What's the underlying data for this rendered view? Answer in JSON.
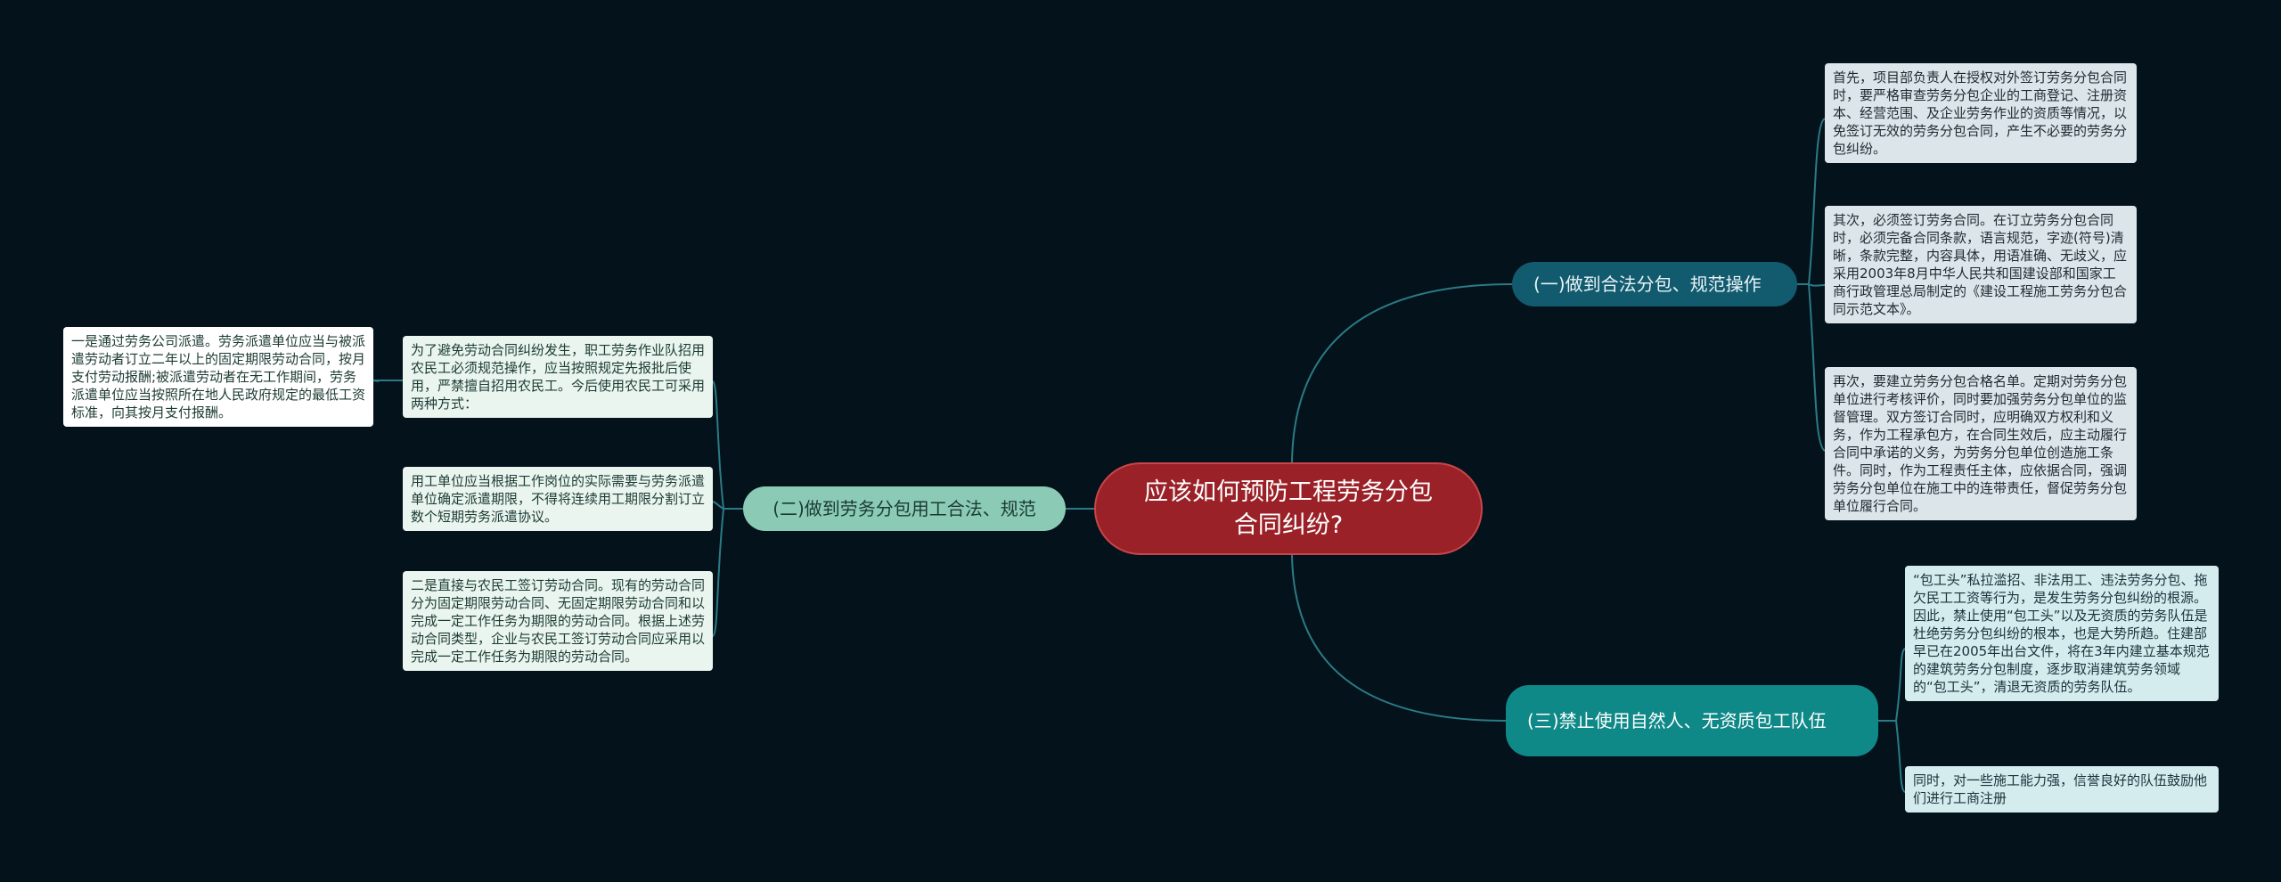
{
  "root": {
    "label": "应该如何预防工程劳务分包合同纠纷?"
  },
  "branches": [
    {
      "label": "(一)做到合法分包、规范操作",
      "leaves": [
        "首先，项目部负责人在授权对外签订劳务分包合同时，要严格审查劳务分包企业的工商登记、注册资本、经营范围、及企业劳务作业的资质等情况，以免签订无效的劳务分包合同，产生不必要的劳务分包纠纷。",
        "其次，必须签订劳务合同。在订立劳务分包合同时，必须完备合同条款，语言规范，字迹(符号)清晰，条款完整，内容具体，用语准确、无歧义，应采用2003年8月中华人民共和国建设部和国家工商行政管理总局制定的《建设工程施工劳务分包合同示范文本》。",
        "再次，要建立劳务分包合格名单。定期对劳务分包单位进行考核评价，同时要加强劳务分包单位的监督管理。双方签订合同时，应明确双方权利和义务，作为工程承包方，在合同生效后，应主动履行合同中承诺的义务，为劳务分包单位创造施工条件。同时，作为工程责任主体，应依据合同，强调劳务分包单位在施工中的连带责任，督促劳务分包单位履行合同。"
      ]
    },
    {
      "label": "(二)做到劳务分包用工合法、规范",
      "leaves": [
        "为了避免劳动合同纠纷发生，职工劳务作业队招用农民工必须规范操作，应当按照规定先报批后使用，严禁擅自招用农民工。今后使用农民工可采用两种方式：",
        "用工单位应当根据工作岗位的实际需要与劳务派遣单位确定派遣期限，不得将连续用工期限分割订立数个短期劳务派遣协议。",
        "二是直接与农民工签订劳动合同。现有的劳动合同分为固定期限劳动合同、无固定期限劳动合同和以完成一定工作任务为期限的劳动合同。根据上述劳动合同类型，企业与农民工签订劳动合同应采用以完成一定工作任务为期限的劳动合同。"
      ],
      "subleaf": "一是通过劳务公司派遣。劳务派遣单位应当与被派遣劳动者订立二年以上的固定期限劳动合同，按月支付劳动报酬;被派遣劳动者在无工作期间，劳务派遣单位应当按照所在地人民政府规定的最低工资标准，向其按月支付报酬。"
    },
    {
      "label": "(三)禁止使用自然人、无资质包工队伍",
      "leaves": [
        "“包工头”私拉滥招、非法用工、违法劳务分包、拖欠民工工资等行为，是发生劳务分包纠纷的根源。因此，禁止使用“包工头”以及无资质的劳务队伍是杜绝劳务分包纠纷的根本，也是大势所趋。住建部早已在2005年出台文件，将在3年内建立基本规范的建筑劳务分包制度，逐步取消建筑劳务领域的“包工头”，清退无资质的劳务队伍。",
        "同时，对一些施工能力强，信誉良好的队伍鼓励他们进行工商注册"
      ]
    }
  ],
  "colors": {
    "background": "#04121b",
    "root": "#9a2127",
    "branch1": "#125a6e",
    "branch2": "#8bcbb5",
    "branch3": "#0f8888",
    "link": "#2a7b86"
  }
}
